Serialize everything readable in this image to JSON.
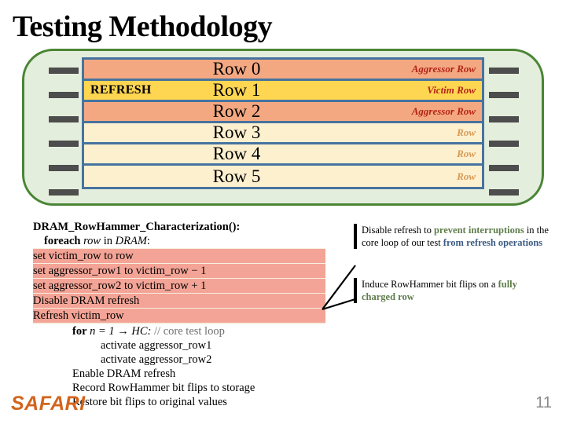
{
  "slide": {
    "title": "Testing Methodology",
    "page_number": "11",
    "logo_text": "SAFARI"
  },
  "colors": {
    "chip_fill": "#e4eedd",
    "chip_border": "#4a8535",
    "row_border": "#46739f",
    "row_aggressor": "#f4a882",
    "row_victim": "#ffd652",
    "row_plain": "#fdf0cf",
    "tag_strong": "#b32417",
    "tag_weak": "#d79a55",
    "code_highlight": "#f3a496",
    "code_block_bg": "#f6efe0",
    "accent_green": "#5f7d4b",
    "accent_blue": "#3d5c84",
    "logo_orange": "#d3641d",
    "wordline": "#4d4d4d",
    "page_number": "#8a8a8a"
  },
  "dram": {
    "refresh_label": "REFRESH",
    "rows": [
      {
        "name": "Row 0",
        "tag": "Aggressor Row",
        "kind": "aggressor",
        "tag_style": "strong",
        "refresh": false
      },
      {
        "name": "Row 1",
        "tag": "Victim Row",
        "kind": "victim",
        "tag_style": "strong",
        "refresh": true
      },
      {
        "name": "Row 2",
        "tag": "Aggressor Row",
        "kind": "aggressor",
        "tag_style": "strong",
        "refresh": false
      },
      {
        "name": "Row 3",
        "tag": "Row",
        "kind": "plain",
        "tag_style": "weak",
        "refresh": false
      },
      {
        "name": "Row 4",
        "tag": "Row",
        "kind": "plain",
        "tag_style": "weak",
        "refresh": false
      },
      {
        "name": "Row 5",
        "tag": "Row",
        "kind": "plain",
        "tag_style": "weak",
        "refresh": false
      }
    ]
  },
  "pseudocode": {
    "header": "DRAM_RowHammer_Characterization():",
    "foreach_kw": "foreach",
    "foreach_var": "row",
    "foreach_mid": " in ",
    "foreach_src": "DRAM",
    "foreach_end": ":",
    "highlighted": [
      {
        "text": "set victim_row to row"
      },
      {
        "text": "set aggressor_row1 to victim_row − 1"
      },
      {
        "text": "set aggressor_row2 to victim_row + 1"
      },
      {
        "text": "Disable DRAM refresh"
      },
      {
        "text": "Refresh victim_row"
      }
    ],
    "for_kw": "for",
    "for_expr": "n = 1 → HC:",
    "for_comment": "// core test loop",
    "body": [
      "activate aggressor_row1",
      "activate aggressor_row2"
    ],
    "tail": [
      "Enable DRAM refresh",
      "Record RowHammer bit flips to storage",
      "Restore bit flips to original values"
    ]
  },
  "callouts": [
    {
      "id": "refresh",
      "parts": [
        {
          "text": "Disable refresh to ",
          "style": "plain"
        },
        {
          "text": "prevent interruptions",
          "style": "green"
        },
        {
          "text": " in the core loop of our test ",
          "style": "plain"
        },
        {
          "text": "from refresh operations",
          "style": "blue"
        }
      ]
    },
    {
      "id": "charge",
      "parts": [
        {
          "text": "Induce RowHammer bit flips on a ",
          "style": "plain"
        },
        {
          "text": "fully charged row",
          "style": "green"
        }
      ]
    }
  ]
}
